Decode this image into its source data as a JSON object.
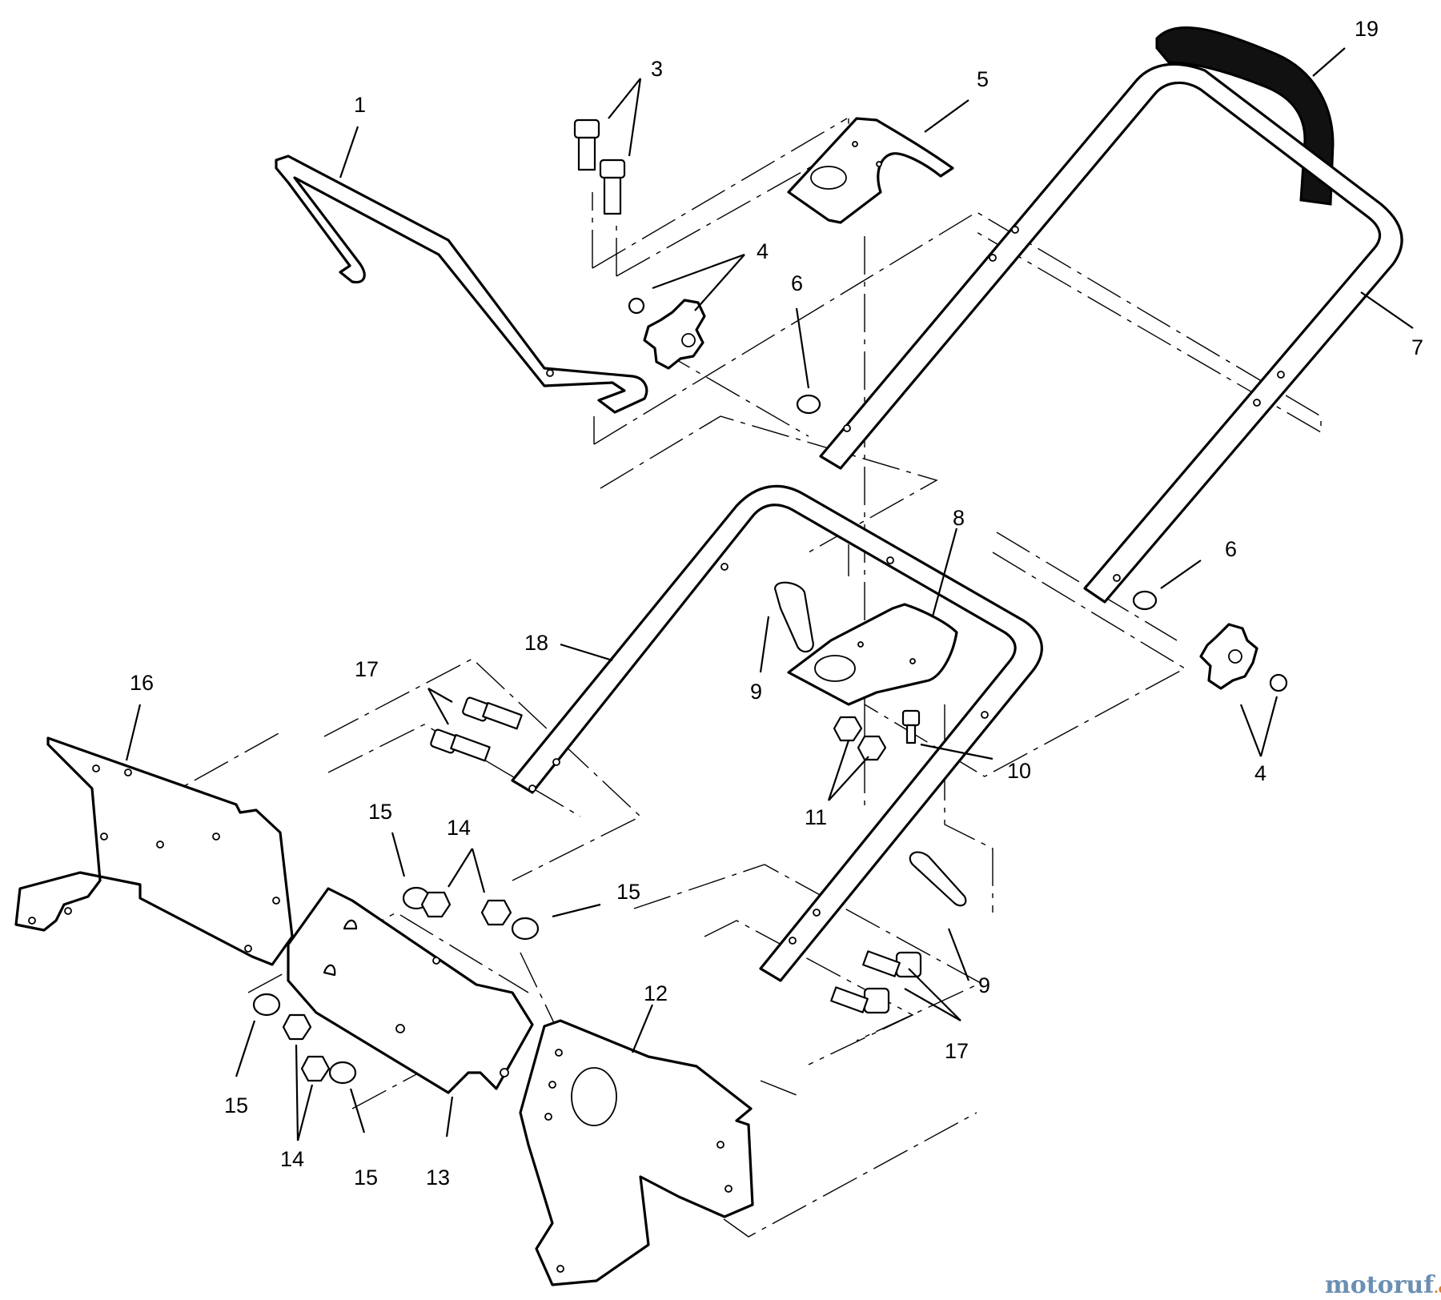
{
  "callouts": {
    "c1": "1",
    "c3": "3",
    "c4a": "4",
    "c4b": "4",
    "c5": "5",
    "c6a": "6",
    "c6b": "6",
    "c7": "7",
    "c8": "8",
    "c9a": "9",
    "c9b": "9",
    "c10": "10",
    "c11": "11",
    "c12": "12",
    "c13": "13",
    "c14a": "14",
    "c14b": "14",
    "c15a": "15",
    "c15b": "15",
    "c15c": "15",
    "c15d": "15",
    "c16": "16",
    "c17a": "17",
    "c17b": "17",
    "c18": "18",
    "c19": "19"
  },
  "watermark": {
    "brand": "motoruf",
    "suffix": ".de",
    "brand_color": "#6b8fb3",
    "accent_color": "#e07a1f"
  }
}
